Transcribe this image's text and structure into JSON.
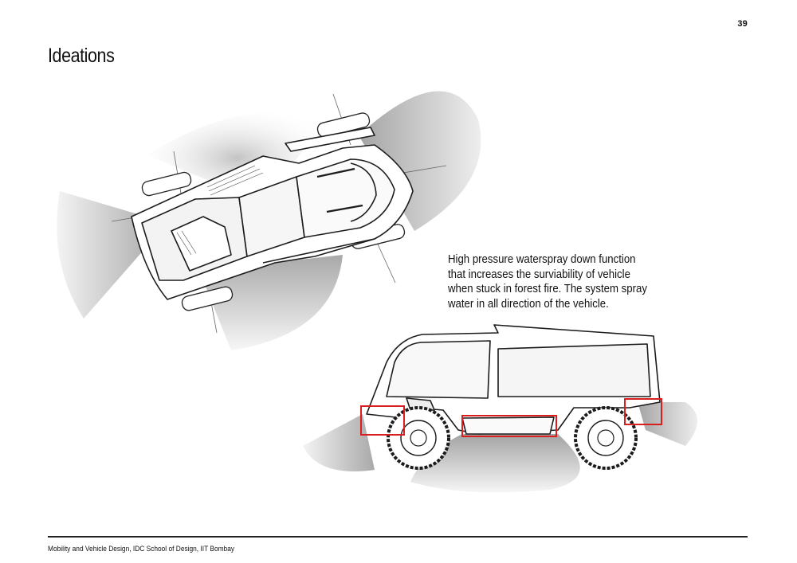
{
  "page": {
    "number": "39",
    "title": "Ideations"
  },
  "caption": {
    "lines": [
      "High pressure waterspray down function",
      "that increases the surviability of vehicle",
      "when stuck in forest fire. The system spray",
      "water in all direction of the vehicle."
    ]
  },
  "footer": {
    "text": "Mobility and Vehicle Design, IDC School of Design, IIT Bombay"
  },
  "colors": {
    "highlight_box": "#d81e1e",
    "spray_shade": "#d9d9d9",
    "rule": "#222222"
  }
}
